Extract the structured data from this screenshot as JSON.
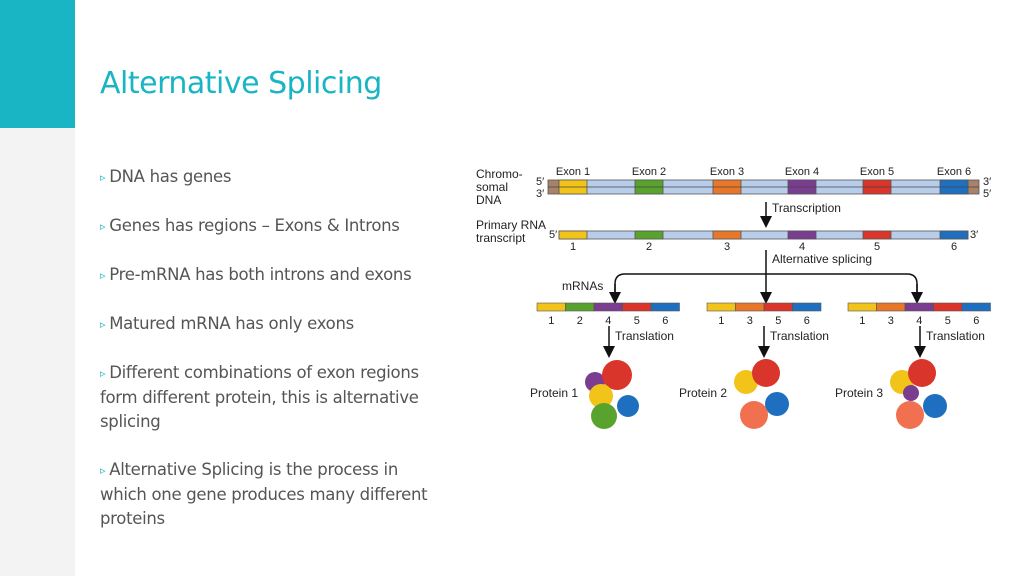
{
  "slide": {
    "title": "Alternative Splicing",
    "bullets": [
      "DNA has genes",
      "Genes has regions – Exons & Introns",
      "Pre-mRNA has both introns and exons",
      "Matured mRNA has only exons",
      "Different combinations of exon regions form different protein, this is alternative splicing",
      "Alternative Splicing is the process in which one gene produces many different proteins"
    ]
  },
  "diagram": {
    "dna_label": [
      "Chromo-",
      "somal",
      "DNA"
    ],
    "rna_label": [
      "Primary RNA",
      "transcript"
    ],
    "exon_labels": [
      "Exon 1",
      "Exon 2",
      "Exon 3",
      "Exon 4",
      "Exon 5",
      "Exon 6"
    ],
    "exon_numbers": [
      "1",
      "2",
      "3",
      "4",
      "5",
      "6"
    ],
    "strand_5": "5′",
    "strand_3": "3′",
    "transcription": "Transcription",
    "alt_splicing": "Alternative splicing",
    "mrnas": "mRNAs",
    "translation": "Translation",
    "mrna_exon_sets": [
      [
        "1",
        "2",
        "4",
        "5",
        "6"
      ],
      [
        "1",
        "3",
        "5",
        "6"
      ],
      [
        "1",
        "3",
        "4",
        "5",
        "6"
      ]
    ],
    "proteins": [
      "Protein 1",
      "Protein 2",
      "Protein 3"
    ],
    "colors": {
      "exon1": "#f2c41a",
      "exon2": "#5aa22e",
      "exon3": "#e9772a",
      "exon4": "#7a3d8f",
      "exon5": "#d9352a",
      "exon6": "#1f6fc0",
      "intron": "#b8cdea",
      "flank": "#a8826a",
      "accent": "#19b5c5"
    }
  }
}
